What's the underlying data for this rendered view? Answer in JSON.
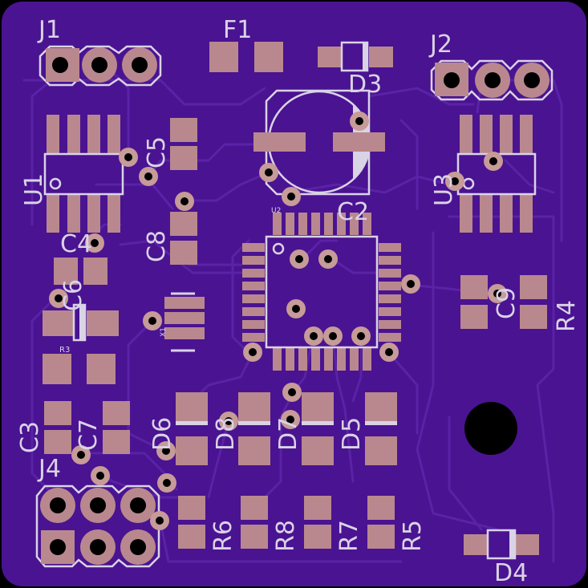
{
  "board": {
    "colors": {
      "background": "#000000",
      "substrate": "#4a1391",
      "trace": "#5a22a6",
      "pad": "#b9888e",
      "via_ring": "#c69b98",
      "silkscreen": "#d9d3e6",
      "hole": "#000000"
    },
    "labels": {
      "j1": "J1",
      "j2": "J2",
      "j4": "J4",
      "f1": "F1",
      "d3": "D3",
      "d4": "D4",
      "d5": "D5",
      "d6": "D6",
      "d7": "D7",
      "d8": "D8",
      "u1": "U1",
      "u2": "U2",
      "u3": "U3",
      "c2": "C2",
      "c3": "C3",
      "c4": "C4",
      "c5": "C5",
      "c6": "C6",
      "c7": "C7",
      "c8": "C8",
      "c9": "C9",
      "r3": "R3",
      "r4": "R4",
      "r5": "R5",
      "r6": "R6",
      "r7": "R7",
      "r8": "R8",
      "x1": "X1"
    }
  }
}
